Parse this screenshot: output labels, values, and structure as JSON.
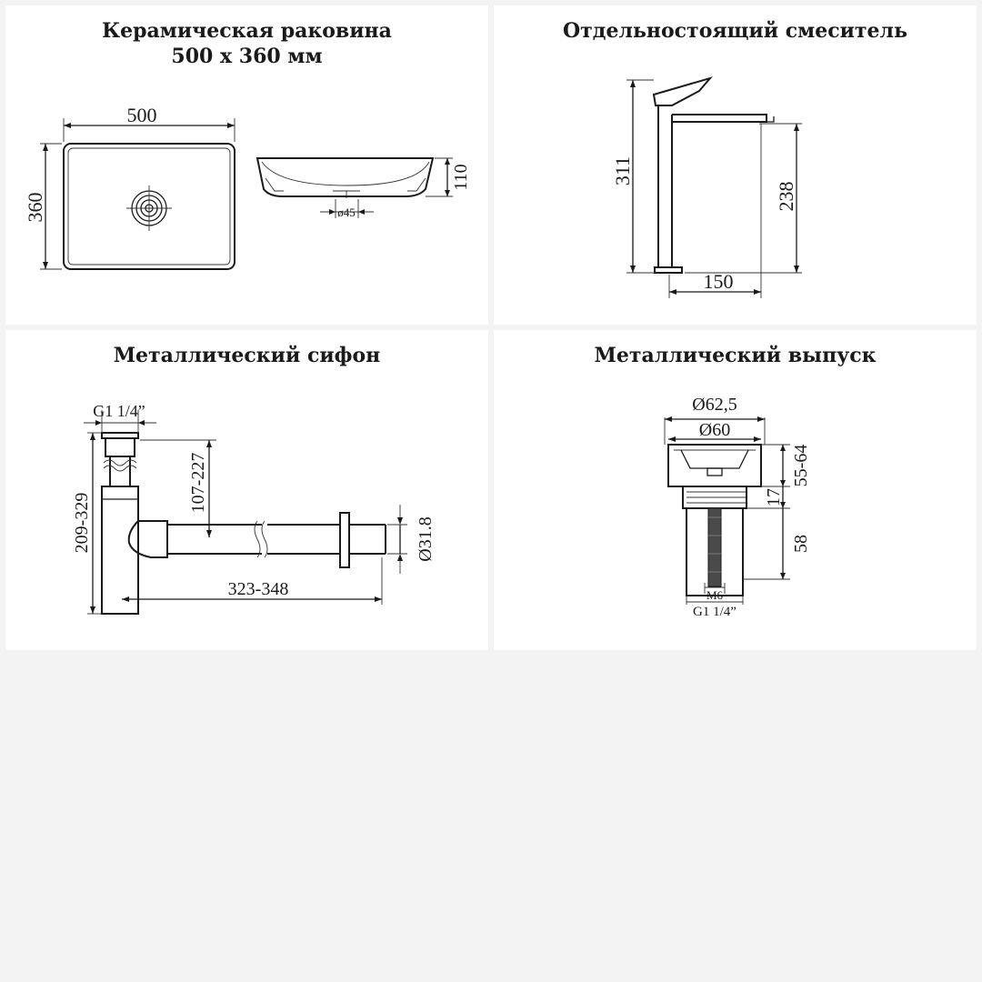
{
  "panels": {
    "basin": {
      "title_line1": "Керамическая раковина",
      "title_line2": "500 x 360 мм",
      "dims": {
        "width": "500",
        "depth": "360",
        "height": "110",
        "drain": "ø45"
      }
    },
    "faucet": {
      "title": "Отдельностоящий смеситель",
      "dims": {
        "total_height": "311",
        "spout_height": "238",
        "reach": "150"
      }
    },
    "siphon": {
      "title": "Металлический сифон",
      "dims": {
        "thread": "G1 1/4”",
        "height": "209-329",
        "inlet": "107-227",
        "length": "323-348",
        "pipe": "Ø31.8"
      }
    },
    "outlet": {
      "title": "Металлический выпуск",
      "dims": {
        "outer": "Ø62,5",
        "inner": "Ø60",
        "range": "55-64",
        "collar": "17",
        "body": "58",
        "bolt": "M6",
        "thread": "G1 1/4”"
      }
    }
  }
}
